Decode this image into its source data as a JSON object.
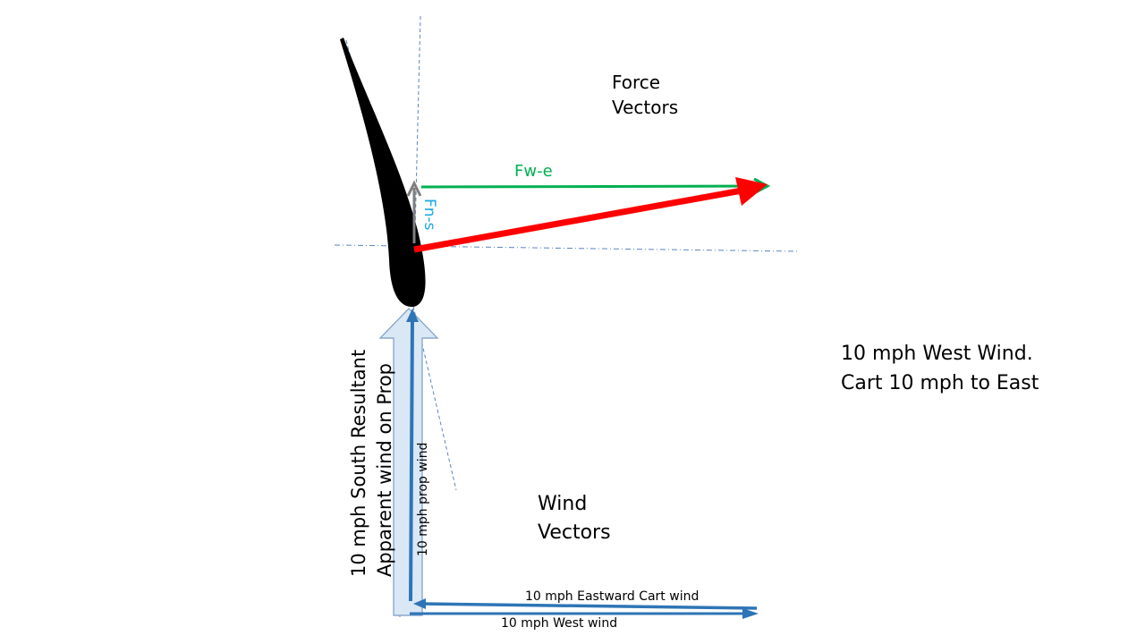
{
  "labels": {
    "force_vectors_line1": "Force",
    "force_vectors_line2": "Vectors",
    "fw_e": "Fw-e",
    "fn_s": "Fn-s",
    "scenario_line1": "10 mph West Wind.",
    "scenario_line2": "Cart 10 mph to East",
    "resultant_line1": "10 mph South Resultant",
    "resultant_line2": "Apparent wind on Prop",
    "prop_wind": "10 mph prop wind",
    "wind_vectors_line1": "Wind",
    "wind_vectors_line2": "Vectors",
    "cart_wind": "10 mph Eastward Cart wind",
    "west_wind": "10 mph West wind"
  },
  "colors": {
    "green": "#00b050",
    "red": "#ff0000",
    "gray": "#7f7f7f",
    "blue": "#2e75b6",
    "light_blue_fill": "#dae8f5",
    "cyan_text": "#1ea7e1",
    "guide": "#5b86c0"
  }
}
